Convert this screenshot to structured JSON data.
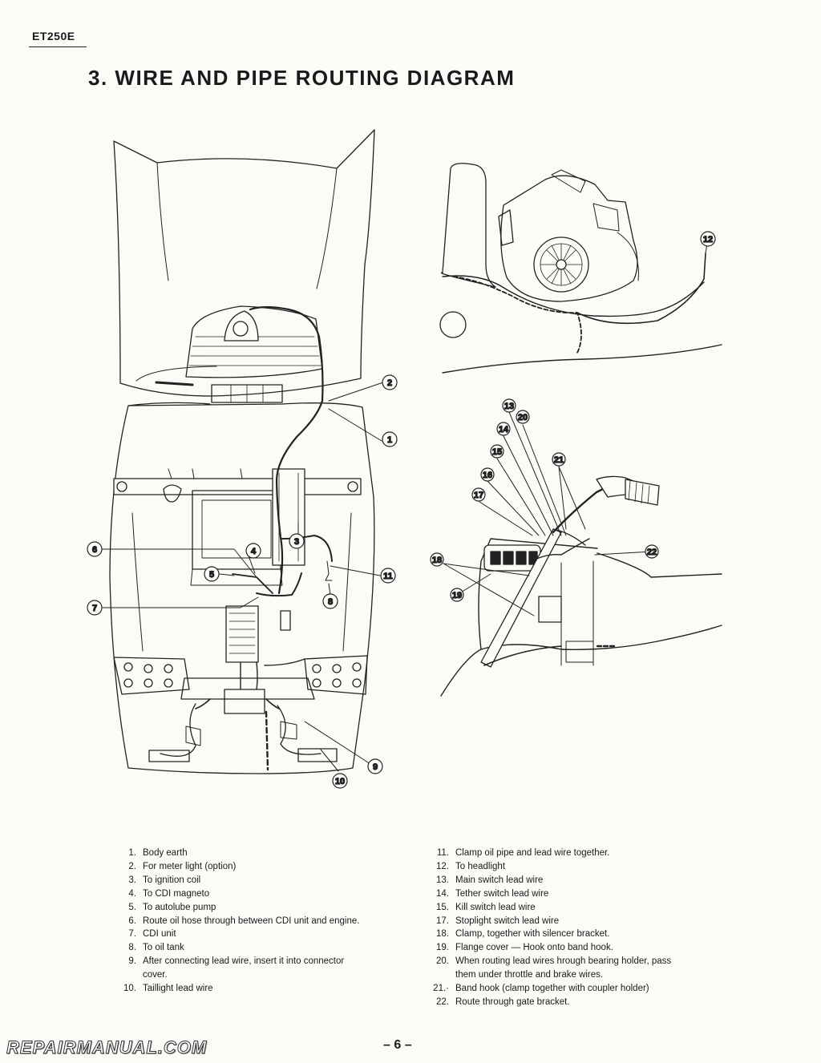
{
  "header": {
    "model": "ET250E",
    "title": "3. WIRE AND PIPE ROUTING DIAGRAM"
  },
  "callouts": [
    "1",
    "2",
    "3",
    "4",
    "5",
    "6",
    "7",
    "8",
    "9",
    "10",
    "11",
    "12",
    "13",
    "14",
    "15",
    "16",
    "17",
    "18",
    "19",
    "20",
    "21",
    "22"
  ],
  "notes_left": [
    {
      "num": "1.",
      "text": "Body earth"
    },
    {
      "num": "2.",
      "text": "For meter light (option)"
    },
    {
      "num": "3.",
      "text": "To ignition coil"
    },
    {
      "num": "4.",
      "text": "To CDI magneto"
    },
    {
      "num": "5.",
      "text": "To autolube pump"
    },
    {
      "num": "6.",
      "text": "Route oil hose through between CDI unit and engine."
    },
    {
      "num": "7.",
      "text": "CDI unit"
    },
    {
      "num": "8.",
      "text": "To oil tank"
    },
    {
      "num": "9.",
      "text": "After connecting lead wire, insert it into connector cover."
    },
    {
      "num": "10.",
      "text": "Taillight lead wire"
    }
  ],
  "notes_right": [
    {
      "num": "11.",
      "text": "Clamp oil pipe and lead wire together."
    },
    {
      "num": "12.",
      "text": "To headlight"
    },
    {
      "num": "13.",
      "text": "Main switch lead wire"
    },
    {
      "num": "14.",
      "text": "Tether switch lead wire"
    },
    {
      "num": "15.",
      "text": "Kill switch lead wire"
    },
    {
      "num": "17.",
      "text": "Stoplight switch lead wire"
    },
    {
      "num": "18.",
      "text": "Clamp, together with silencer bracket."
    },
    {
      "num": "19.",
      "text": "Flange cover — Hook onto band hook."
    },
    {
      "num": "20.",
      "text": "When routing lead wires hrough bearing holder, pass them under throttle and brake wires."
    },
    {
      "num": "21.·",
      "text": "Band hook (clamp together with coupler holder)"
    },
    {
      "num": "22.",
      "text": "Route through gate bracket."
    }
  ],
  "footer": {
    "page": "– 6 –",
    "watermark": "REPAIRMANUAL.COM"
  }
}
